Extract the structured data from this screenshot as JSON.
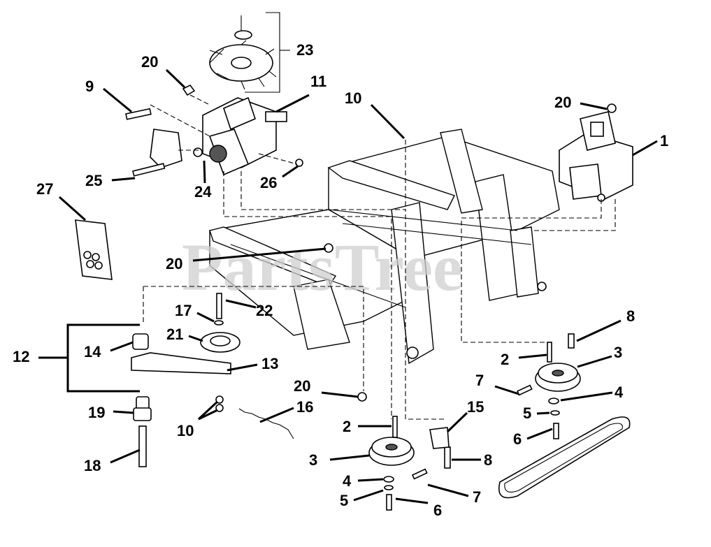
{
  "watermark": "PartsTree",
  "callouts": [
    {
      "id": "c1",
      "label": "1"
    },
    {
      "id": "c2a",
      "label": "2"
    },
    {
      "id": "c2b",
      "label": "2"
    },
    {
      "id": "c3a",
      "label": "3"
    },
    {
      "id": "c3b",
      "label": "3"
    },
    {
      "id": "c4a",
      "label": "4"
    },
    {
      "id": "c4b",
      "label": "4"
    },
    {
      "id": "c5a",
      "label": "5"
    },
    {
      "id": "c5b",
      "label": "5"
    },
    {
      "id": "c6a",
      "label": "6"
    },
    {
      "id": "c6b",
      "label": "6"
    },
    {
      "id": "c7a",
      "label": "7"
    },
    {
      "id": "c7b",
      "label": "7"
    },
    {
      "id": "c8a",
      "label": "8"
    },
    {
      "id": "c8b",
      "label": "8"
    },
    {
      "id": "c9",
      "label": "9"
    },
    {
      "id": "c10a",
      "label": "10"
    },
    {
      "id": "c10b",
      "label": "10"
    },
    {
      "id": "c11",
      "label": "11"
    },
    {
      "id": "c12",
      "label": "12"
    },
    {
      "id": "c13",
      "label": "13"
    },
    {
      "id": "c14",
      "label": "14"
    },
    {
      "id": "c15",
      "label": "15"
    },
    {
      "id": "c16",
      "label": "16"
    },
    {
      "id": "c17",
      "label": "17"
    },
    {
      "id": "c18",
      "label": "18"
    },
    {
      "id": "c19",
      "label": "19"
    },
    {
      "id": "c20a",
      "label": "20"
    },
    {
      "id": "c20b",
      "label": "20"
    },
    {
      "id": "c20c",
      "label": "20"
    },
    {
      "id": "c20d",
      "label": "20"
    },
    {
      "id": "c21",
      "label": "21"
    },
    {
      "id": "c22",
      "label": "22"
    },
    {
      "id": "c23",
      "label": "23"
    },
    {
      "id": "c24",
      "label": "24"
    },
    {
      "id": "c25",
      "label": "25"
    },
    {
      "id": "c26",
      "label": "26"
    },
    {
      "id": "c27",
      "label": "27"
    }
  ]
}
